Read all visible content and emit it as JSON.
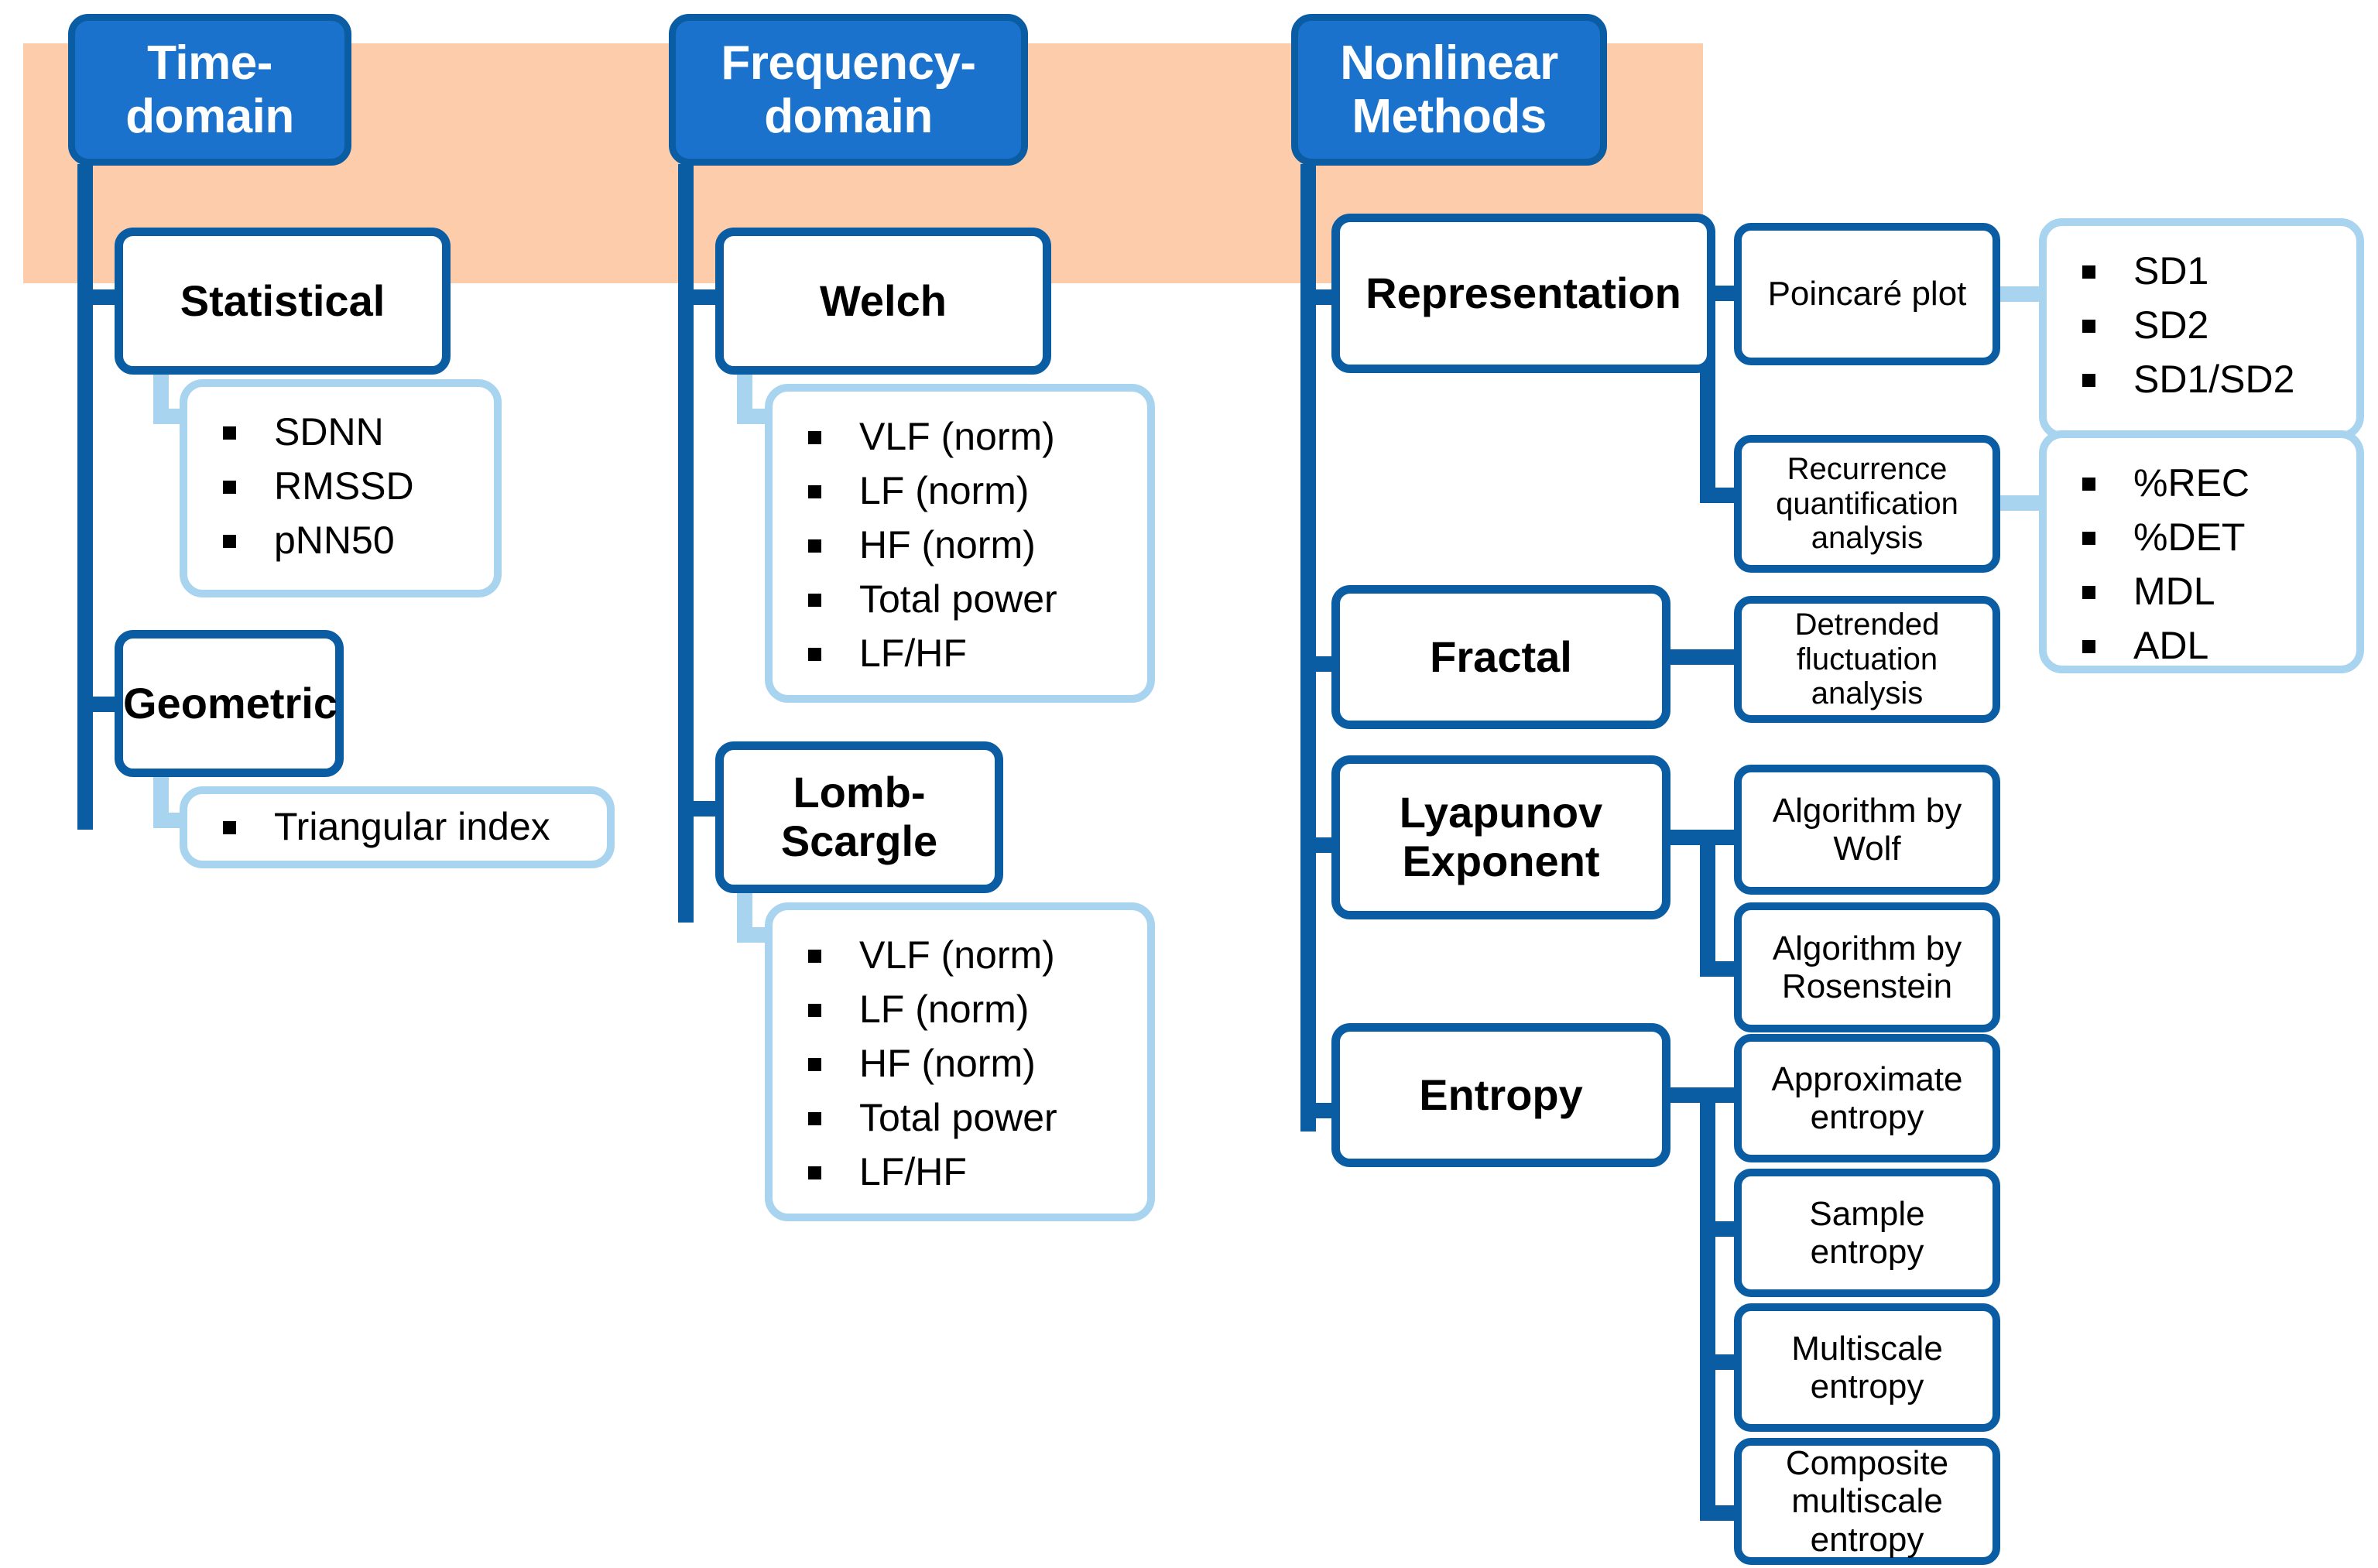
{
  "diagram": {
    "title": "HRV analysis methods taxonomy",
    "colors": {
      "root_fill": "#1a72cc",
      "dark_border": "#0a5ca3",
      "light_border": "#a8d4ef",
      "band": "#fdccaa",
      "text": "#000000",
      "root_text": "#ffffff"
    },
    "band_label": "highlight-band"
  },
  "columns": [
    {
      "id": "time-domain",
      "root": "Time-domain",
      "children": [
        {
          "id": "statistical",
          "label": "Statistical",
          "leaf": {
            "id": "statistical-metrics",
            "items": [
              "SDNN",
              "RMSSD",
              "pNN50"
            ]
          }
        },
        {
          "id": "geometric",
          "label": "Geometric",
          "leaf": {
            "id": "geometric-metrics",
            "items": [
              "Triangular index"
            ]
          }
        }
      ]
    },
    {
      "id": "frequency-domain",
      "root": "Frequency-domain",
      "children": [
        {
          "id": "welch",
          "label": "Welch",
          "leaf": {
            "id": "welch-metrics",
            "items": [
              "VLF (norm)",
              "LF (norm)",
              "HF (norm)",
              "Total power",
              "LF/HF"
            ]
          }
        },
        {
          "id": "lomb-scargle",
          "label": "Lomb-Scargle",
          "leaf": {
            "id": "lomb-scargle-metrics",
            "items": [
              "VLF (norm)",
              "LF (norm)",
              "HF (norm)",
              "Total power",
              "LF/HF"
            ]
          }
        }
      ]
    },
    {
      "id": "nonlinear-methods",
      "root": "Nonlinear Methods",
      "children": [
        {
          "id": "representation",
          "label": "Representation",
          "methods": [
            {
              "id": "poincare-plot",
              "label": "Poincaré plot",
              "leaf": {
                "id": "poincare-metrics",
                "items": [
                  "SD1",
                  "SD2",
                  "SD1/SD2"
                ]
              }
            },
            {
              "id": "recurrence-quantification-analysis",
              "label": "Recurrence quantification analysis",
              "leaf": {
                "id": "rqa-metrics",
                "items": [
                  "%REC",
                  "%DET",
                  "MDL",
                  "ADL"
                ]
              }
            }
          ]
        },
        {
          "id": "fractal",
          "label": "Fractal",
          "methods": [
            {
              "id": "detrended-fluctuation-analysis",
              "label": "Detrended fluctuation analysis"
            }
          ]
        },
        {
          "id": "lyapunov-exponent",
          "label": "Lyapunov Exponent",
          "methods": [
            {
              "id": "algorithm-by-wolf",
              "label": "Algorithm by Wolf"
            },
            {
              "id": "algorithm-by-rosenstein",
              "label": "Algorithm by Rosenstein"
            }
          ]
        },
        {
          "id": "entropy",
          "label": "Entropy",
          "methods": [
            {
              "id": "approximate-entropy",
              "label": "Approximate entropy"
            },
            {
              "id": "sample-entropy",
              "label": "Sample entropy"
            },
            {
              "id": "multiscale-entropy",
              "label": "Multiscale entropy"
            },
            {
              "id": "composite-multiscale-entropy",
              "label": "Composite multiscale entropy"
            }
          ]
        }
      ]
    }
  ]
}
